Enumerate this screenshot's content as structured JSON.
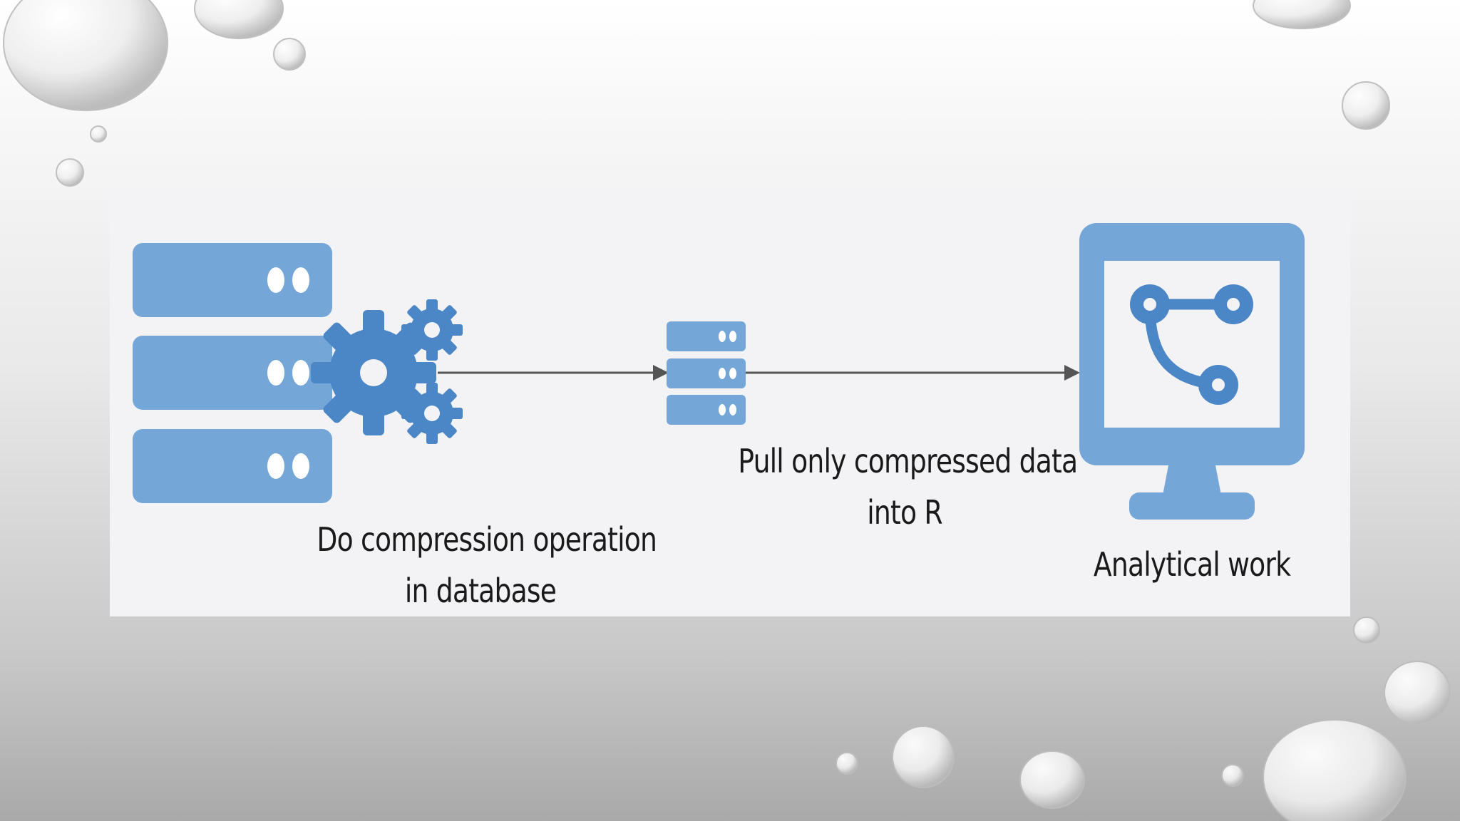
{
  "colors": {
    "icon_blue": "#75a6d8",
    "icon_blue_dark": "#4b86c6",
    "arrow": "#555555",
    "panel": "#f3f3f5"
  },
  "steps": [
    {
      "icon": "database-server-with-gears-icon",
      "label_lines": [
        "Do compression operation",
        "in database"
      ]
    },
    {
      "icon": "small-database-icon",
      "label_lines": [
        "Pull only compressed data",
        "into R"
      ]
    },
    {
      "icon": "monitor-analytics-icon",
      "label_lines": [
        "Analytical work"
      ]
    }
  ],
  "connectors": [
    {
      "from": "database-server-with-gears-icon",
      "to": "small-database-icon"
    },
    {
      "from": "small-database-icon",
      "to": "monitor-analytics-icon"
    }
  ]
}
